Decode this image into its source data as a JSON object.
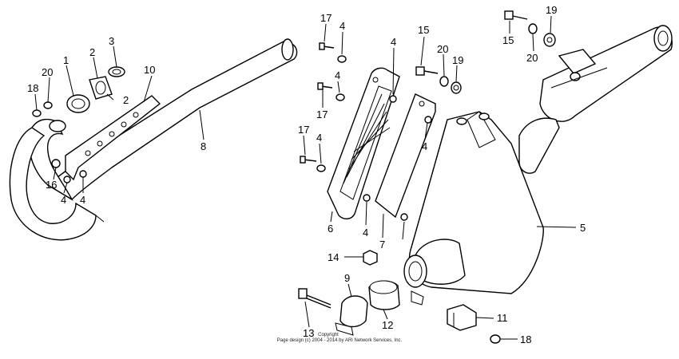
{
  "callouts": {
    "n1": "1",
    "n2a": "2",
    "n2b": "2",
    "n3": "3",
    "n4a": "4",
    "n4b": "4",
    "n4c": "4",
    "n4d": "4",
    "n4e": "4",
    "n4f": "4",
    "n4g": "4",
    "n4h": "4",
    "n5": "5",
    "n6": "6",
    "n7": "7",
    "n8": "8",
    "n9": "9",
    "n10": "10",
    "n11": "11",
    "n12": "12",
    "n13": "13",
    "n14": "14",
    "n15a": "15",
    "n15b": "15",
    "n16": "16",
    "n17a": "17",
    "n17b": "17",
    "n17c": "17",
    "n18a": "18",
    "n18b": "18",
    "n19a": "19",
    "n19b": "19",
    "n20a": "20",
    "n20b": "20",
    "n20c": "20"
  },
  "copyright": {
    "line1": "Copyright",
    "line2": "Page design (c) 2004 - 2014 by ARI Network Services, Inc."
  }
}
